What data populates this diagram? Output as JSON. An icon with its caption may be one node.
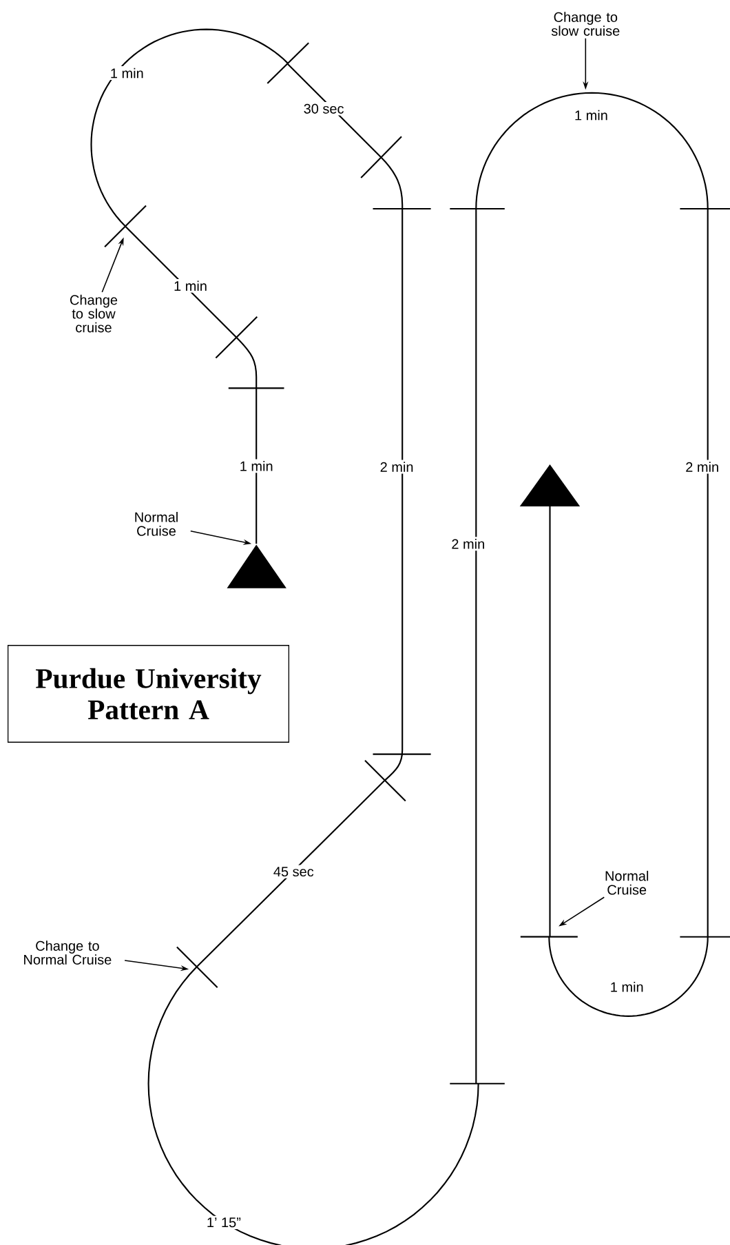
{
  "diagram": {
    "nodes": [
      {
        "text": [
          "Purdue University Pattern A"
        ]
      },
      {
        "text": [
          "Change to slow cruise"
        ]
      },
      {
        "text": [
          "Change to slow cruise"
        ]
      },
      {
        "text": [
          "Normal Cruise"
        ]
      },
      {
        "text": [
          "Normal Cruise"
        ]
      },
      {
        "text": [
          "Change to Normal Cruise"
        ]
      }
    ],
    "edges": [
      {
        "from": 1,
        "to": null,
        "arrow": "to"
      },
      {
        "from": 2,
        "to": null,
        "arrow": "to"
      },
      {
        "from": 3,
        "to": null,
        "arrow": "to"
      },
      {
        "from": 4,
        "to": null,
        "arrow": "to"
      },
      {
        "from": 5,
        "to": null,
        "arrow": "to"
      }
    ],
    "labels": [
      "1 min",
      "30 sec",
      "1 min",
      "1 min",
      "1 min",
      "2 min",
      "2 min",
      "2 min",
      "45 sec",
      "1 min",
      "1’ 15”"
    ]
  }
}
